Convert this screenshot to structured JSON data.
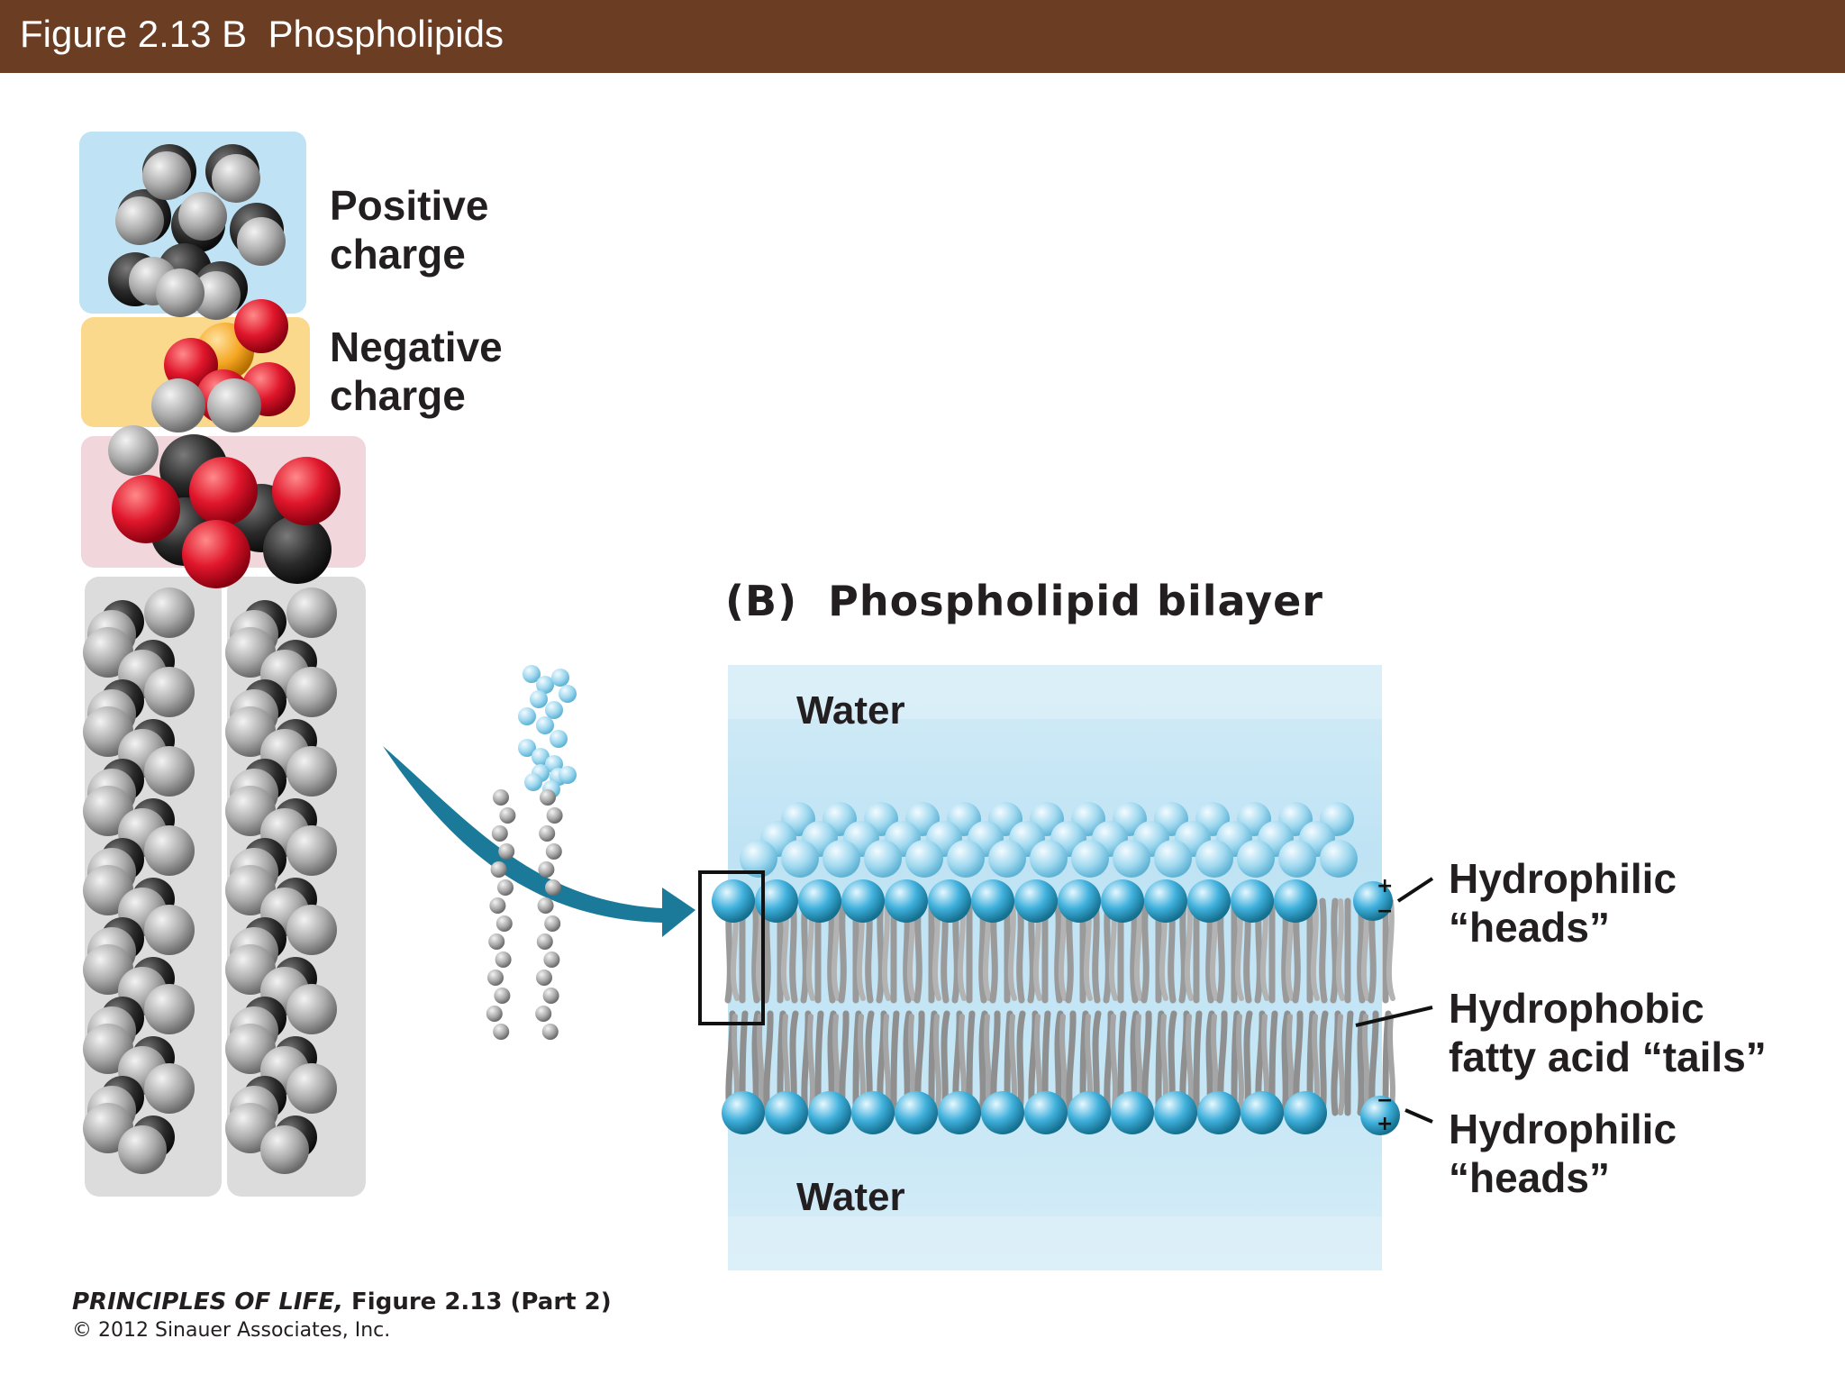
{
  "header": {
    "title": "Figure 2.13 B  Phospholipids"
  },
  "molecule": {
    "positive_label_line1": "Positive",
    "positive_label_line2": "charge",
    "negative_label_line1": "Negative",
    "negative_label_line2": "charge"
  },
  "bilayer": {
    "panel_title": "(B)  Phospholipid bilayer",
    "water_top": "Water",
    "water_bottom": "Water",
    "heads_top_line1": "Hydrophilic",
    "heads_top_line2": "“heads”",
    "tails_line1": "Hydrophobic",
    "tails_line2": "fatty acid “tails”",
    "heads_bottom_line1": "Hydrophilic",
    "heads_bottom_line2": "“heads”"
  },
  "credit": {
    "book": "PRINCIPLES OF LIFE,",
    "figure": " Figure 2.13 (Part 2)",
    "copyright": "© 2012 Sinauer Associates, Inc."
  },
  "colors": {
    "title_bar": "#6b3d23",
    "choline_zone": "#bfe3f4",
    "phosphate_zone": "#fbd98c",
    "glycerol_zone": "#f1d6dc",
    "tail_zone": "#dcdcdc",
    "oxygen": "#e0162b",
    "phosphorus": "#f5a623",
    "carbon": "#2e2e2e",
    "hydrogen": "#b8b8b8",
    "head_blue": "#3fb0dc",
    "arrow": "#1b7a99"
  }
}
